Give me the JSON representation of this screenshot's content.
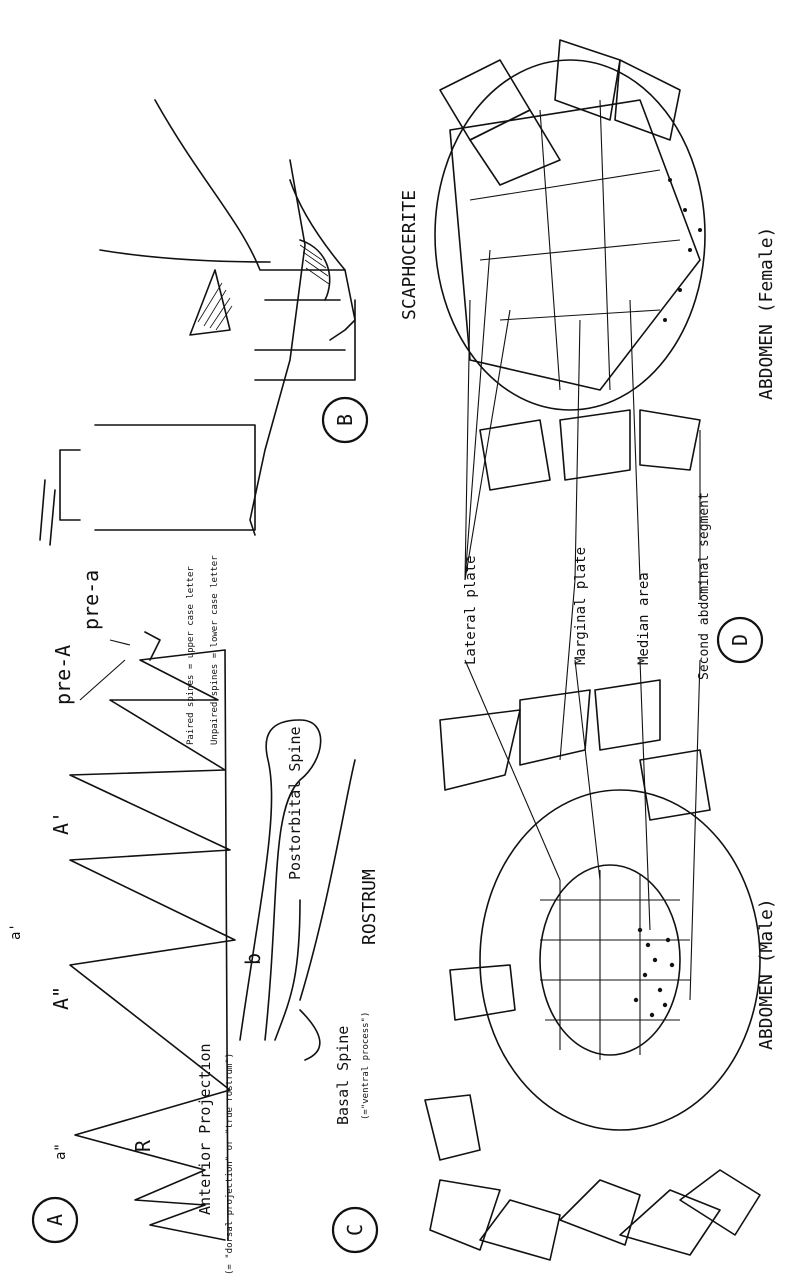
{
  "panels": {
    "a": {
      "letter": "A",
      "labels": {
        "a_double": "a\"",
        "A_double": "A\"",
        "a_prime": "a'",
        "A_prime": "A'",
        "pre_A": "pre-A",
        "pre_a": "pre-a",
        "R": "R",
        "b": "b"
      },
      "anterior_projection": "Anterior Projection",
      "anterior_projection_note": "(= \"dorsal projection\" or \"true rostrum\")",
      "postorbital_spine": "Postorbital Spine",
      "legend": {
        "paired": "Paired spines = upper case letter",
        "unpaired": "Unpaired spines = lower case letter"
      }
    },
    "b": {
      "letter": "B",
      "title": "SCAPHOCERITE"
    },
    "c": {
      "letter": "C",
      "title": "ROSTRUM",
      "basal_spine": "Basal Spine",
      "basal_spine_note": "(=\"ventral process\")"
    },
    "d": {
      "letter": "D",
      "male_title": "ABDOMEN (Male)",
      "female_title": "ABDOMEN (Female)",
      "callouts": {
        "lateral_plate": "Lateral plate",
        "marginal_plate": "Marginal plate",
        "median_area": "Median area",
        "second_segment": "Second abdominal segment"
      }
    }
  }
}
